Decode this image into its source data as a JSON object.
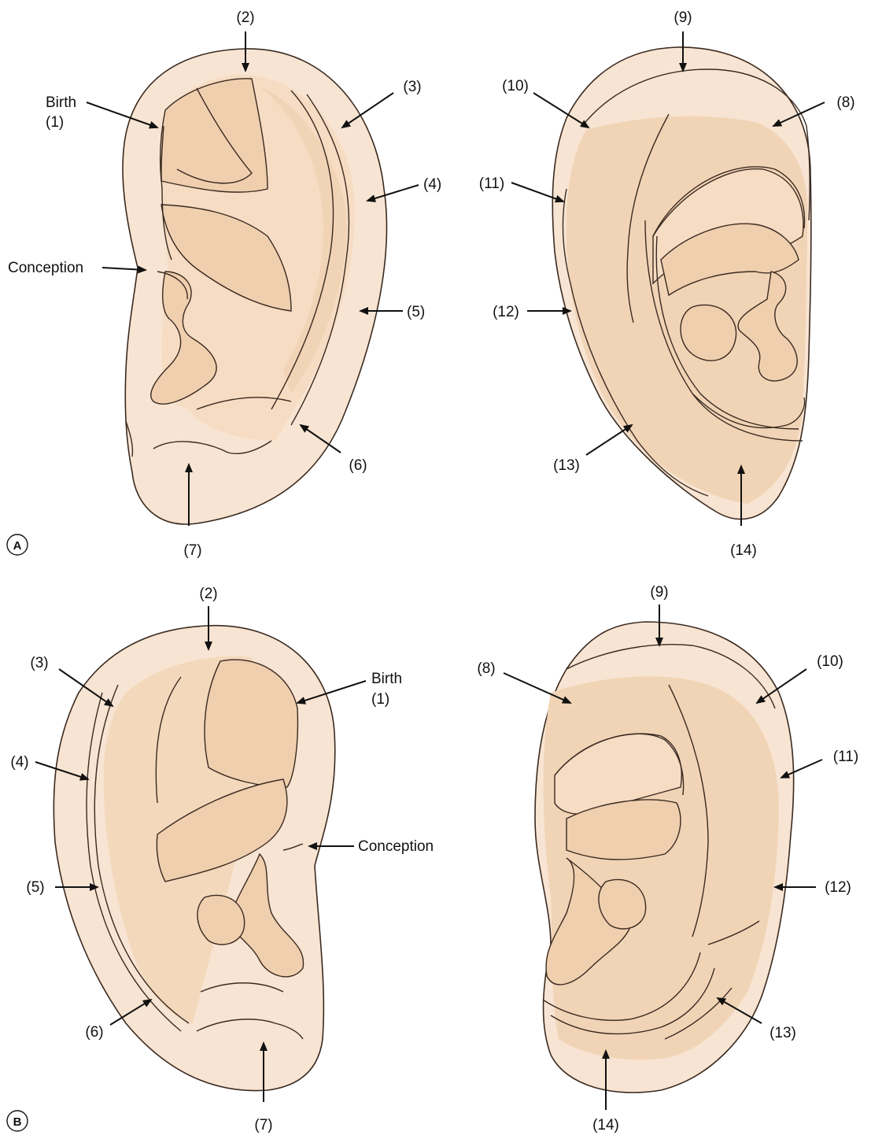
{
  "labels": {
    "birth": "Birth",
    "n1": "(1)",
    "n2": "(2)",
    "n3": "(3)",
    "n4": "(4)",
    "n5": "(5)",
    "n6": "(6)",
    "n7": "(7)",
    "n8": "(8)",
    "n9": "(9)",
    "n10": "(10)",
    "n11": "(11)",
    "n12": "(12)",
    "n13": "(13)",
    "n14": "(14)",
    "conception": "Conception"
  },
  "panels": {
    "a": "A",
    "b": "B"
  },
  "colors": {
    "skin": "#f8e4d2",
    "fossa": "#efcfae",
    "outline": "#3a2a20"
  }
}
